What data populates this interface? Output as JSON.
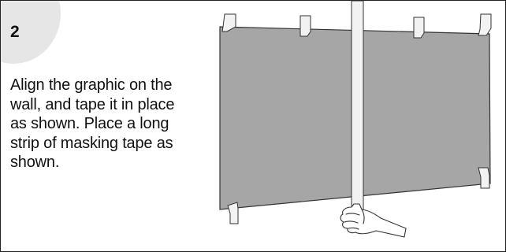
{
  "step": {
    "number": "2",
    "badge_color": "#e6e6e6"
  },
  "instructions": {
    "text": "Align the graphic on the wall, and tape it in place as shown. Place a long strip of masking tape as shown."
  },
  "illustration": {
    "subject": "graphic panel taped to wall with vertical masking tape strip held by hand",
    "panel_color": "#a6a6a6",
    "tape_color": "#f2f2f2",
    "outline_color": "#333333",
    "tape_tabs": 6
  }
}
